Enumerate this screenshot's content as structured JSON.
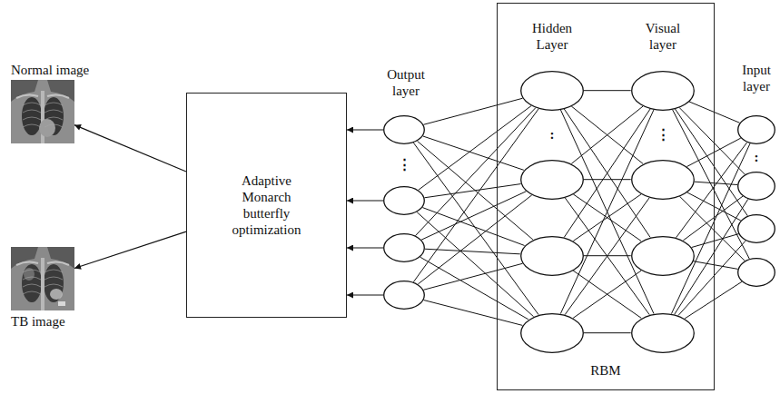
{
  "diagram": {
    "nodes": [
      {
        "text": [
          "Normal image"
        ]
      },
      {
        "text": [
          "TB image"
        ]
      },
      {
        "text": [
          "Adaptive Monarch butterfly optimization"
        ]
      },
      {
        "text": []
      },
      {
        "text": []
      },
      {
        "text": []
      },
      {
        "text": []
      },
      {
        "text": [
          "RBM"
        ]
      },
      {
        "text": [],
        "in": 7
      },
      {
        "text": [],
        "in": 7
      },
      {
        "text": [],
        "in": 7
      },
      {
        "text": [],
        "in": 7
      },
      {
        "text": [],
        "in": 7
      },
      {
        "text": [],
        "in": 7
      },
      {
        "text": [],
        "in": 7
      },
      {
        "text": [],
        "in": 7
      },
      {
        "text": []
      },
      {
        "text": []
      },
      {
        "text": []
      },
      {
        "text": []
      }
    ],
    "edges": [
      {
        "from": 2,
        "to": 0,
        "arrow": "to"
      },
      {
        "from": 2,
        "to": 1,
        "arrow": "to"
      },
      {
        "from": 3,
        "to": 2,
        "arrow": "to"
      },
      {
        "from": 4,
        "to": 2,
        "arrow": "to"
      },
      {
        "from": 5,
        "to": 2,
        "arrow": "to"
      },
      {
        "from": 6,
        "to": 2,
        "arrow": "to"
      },
      {
        "from": 3,
        "to": 8,
        "arrow": "none"
      },
      {
        "from": 3,
        "to": 9,
        "arrow": "none"
      },
      {
        "from": 3,
        "to": 10,
        "arrow": "none"
      },
      {
        "from": 3,
        "to": 11,
        "arrow": "none"
      },
      {
        "from": 4,
        "to": 8,
        "arrow": "none"
      },
      {
        "from": 4,
        "to": 9,
        "arrow": "none"
      },
      {
        "from": 4,
        "to": 10,
        "arrow": "none"
      },
      {
        "from": 4,
        "to": 11,
        "arrow": "none"
      },
      {
        "from": 5,
        "to": 8,
        "arrow": "none"
      },
      {
        "from": 5,
        "to": 9,
        "arrow": "none"
      },
      {
        "from": 5,
        "to": 10,
        "arrow": "none"
      },
      {
        "from": 5,
        "to": 11,
        "arrow": "none"
      },
      {
        "from": 6,
        "to": 8,
        "arrow": "none"
      },
      {
        "from": 6,
        "to": 9,
        "arrow": "none"
      },
      {
        "from": 6,
        "to": 10,
        "arrow": "none"
      },
      {
        "from": 6,
        "to": 11,
        "arrow": "none"
      },
      {
        "from": 8,
        "to": 12,
        "arrow": "none"
      },
      {
        "from": 8,
        "to": 13,
        "arrow": "none"
      },
      {
        "from": 8,
        "to": 14,
        "arrow": "none"
      },
      {
        "from": 8,
        "to": 15,
        "arrow": "none"
      },
      {
        "from": 9,
        "to": 12,
        "arrow": "none"
      },
      {
        "from": 9,
        "to": 13,
        "arrow": "none"
      },
      {
        "from": 9,
        "to": 14,
        "arrow": "none"
      },
      {
        "from": 9,
        "to": 15,
        "arrow": "none"
      },
      {
        "from": 10,
        "to": 12,
        "arrow": "none"
      },
      {
        "from": 10,
        "to": 13,
        "arrow": "none"
      },
      {
        "from": 10,
        "to": 14,
        "arrow": "none"
      },
      {
        "from": 10,
        "to": 15,
        "arrow": "none"
      },
      {
        "from": 11,
        "to": 12,
        "arrow": "none"
      },
      {
        "from": 11,
        "to": 13,
        "arrow": "none"
      },
      {
        "from": 11,
        "to": 14,
        "arrow": "none"
      },
      {
        "from": 11,
        "to": 15,
        "arrow": "none"
      },
      {
        "from": 12,
        "to": 16,
        "arrow": "none"
      },
      {
        "from": 12,
        "to": 17,
        "arrow": "none"
      },
      {
        "from": 12,
        "to": 18,
        "arrow": "none"
      },
      {
        "from": 12,
        "to": 19,
        "arrow": "none"
      },
      {
        "from": 13,
        "to": 16,
        "arrow": "none"
      },
      {
        "from": 13,
        "to": 17,
        "arrow": "none"
      },
      {
        "from": 13,
        "to": 18,
        "arrow": "none"
      },
      {
        "from": 13,
        "to": 19,
        "arrow": "none"
      },
      {
        "from": 14,
        "to": 16,
        "arrow": "none"
      },
      {
        "from": 14,
        "to": 17,
        "arrow": "none"
      },
      {
        "from": 14,
        "to": 18,
        "arrow": "none"
      },
      {
        "from": 14,
        "to": 19,
        "arrow": "none"
      },
      {
        "from": 15,
        "to": 16,
        "arrow": "none"
      },
      {
        "from": 15,
        "to": 17,
        "arrow": "none"
      },
      {
        "from": 15,
        "to": 18,
        "arrow": "none"
      },
      {
        "from": 15,
        "to": 19,
        "arrow": "none"
      }
    ],
    "labels": [
      "Output layer",
      "⋮",
      "Hidden Layer",
      ":",
      "Visual layer",
      "⋮",
      "Input layer",
      ":"
    ]
  }
}
